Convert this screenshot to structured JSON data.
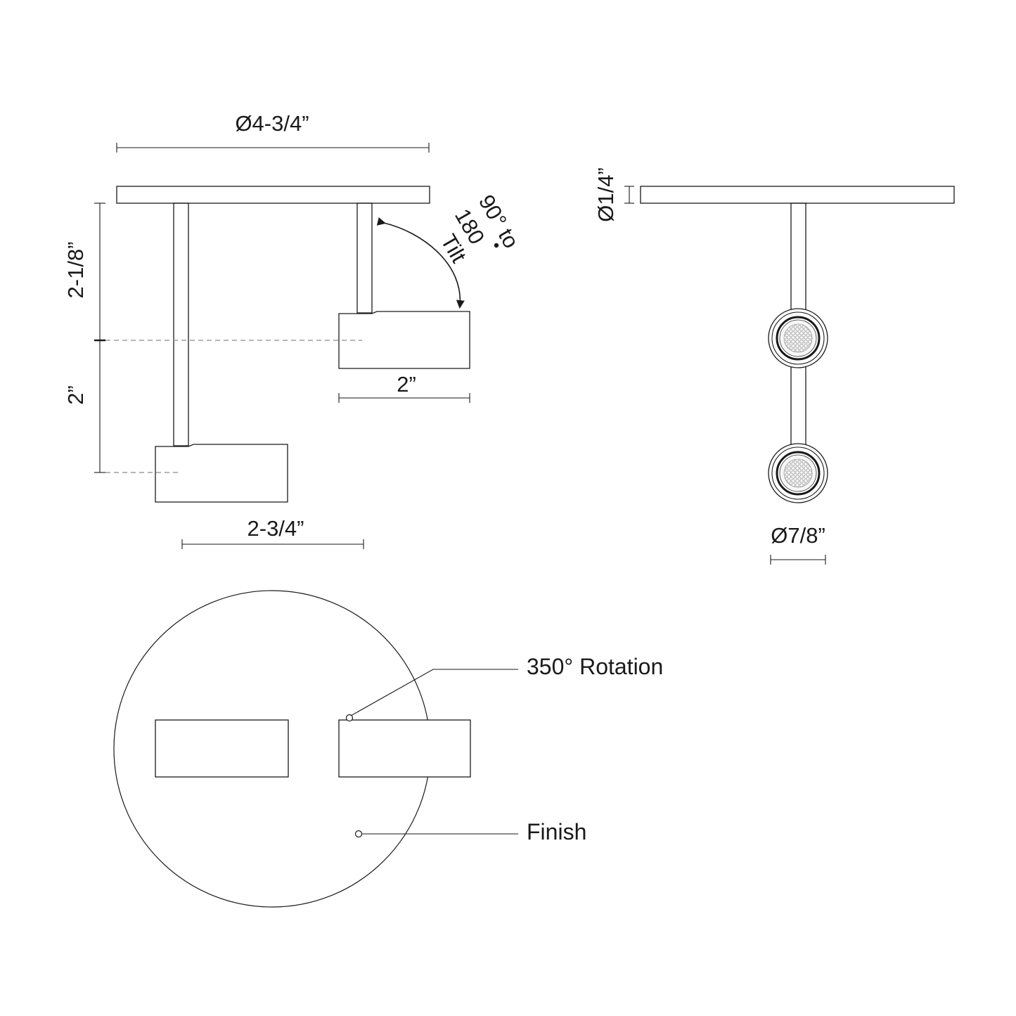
{
  "dimensions": {
    "canopy_diameter": "Ø4-3/4”",
    "upper_height": "2-1/8”",
    "lower_height": "2”",
    "upper_head_length": "2”",
    "lower_head_length": "2-3/4”",
    "stem_diameter": "Ø1/4”",
    "head_diameter": "Ø7/8”"
  },
  "tilt": {
    "line1": "90° to",
    "line2": "180",
    "line3": "Tilt"
  },
  "callouts": {
    "rotation": "350° Rotation",
    "finish": "Finish"
  }
}
